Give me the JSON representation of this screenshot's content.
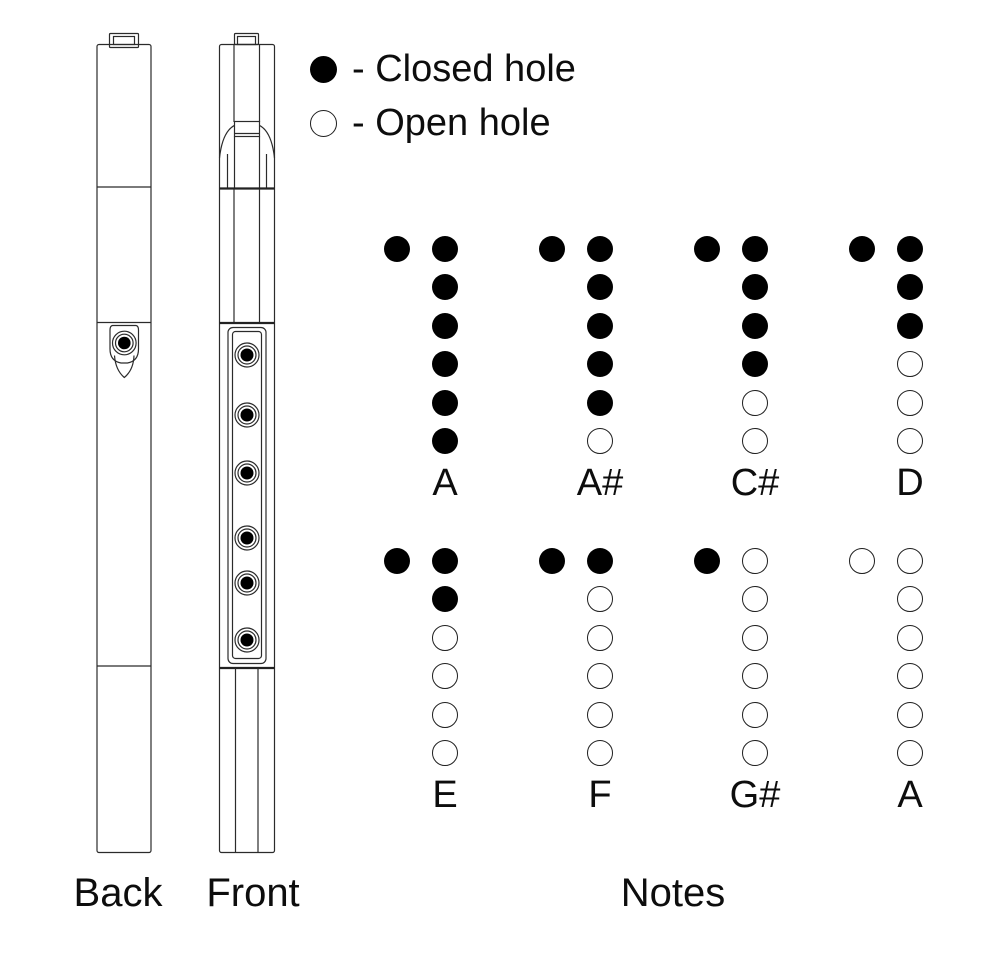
{
  "legend": {
    "closed": {
      "symbol": "closed-dot",
      "label": "- Closed hole"
    },
    "open": {
      "symbol": "open-dot",
      "label": "- Open hole"
    }
  },
  "captions": {
    "back": "Back",
    "front": "Front",
    "notes": "Notes"
  },
  "colors": {
    "ink": "#2b2b2b",
    "closed_fill": "#000000",
    "open_fill": "#ffffff"
  },
  "chart_data": {
    "type": "fingering-chart",
    "subject": "six-hole whistle fingerings, back thumb hole plus six front holes",
    "hole_count": 6,
    "legend": {
      "closed": "Closed hole",
      "open": "Open hole"
    },
    "grid": {
      "rows": 2,
      "cols": 4
    },
    "notes": [
      {
        "label": "A",
        "thumb": "closed",
        "holes": [
          "closed",
          "closed",
          "closed",
          "closed",
          "closed",
          "closed"
        ]
      },
      {
        "label": "A#",
        "thumb": "closed",
        "holes": [
          "closed",
          "closed",
          "closed",
          "closed",
          "closed",
          "open"
        ]
      },
      {
        "label": "C#",
        "thumb": "closed",
        "holes": [
          "closed",
          "closed",
          "closed",
          "closed",
          "open",
          "open"
        ]
      },
      {
        "label": "D",
        "thumb": "closed",
        "holes": [
          "closed",
          "closed",
          "closed",
          "open",
          "open",
          "open"
        ]
      },
      {
        "label": "E",
        "thumb": "closed",
        "holes": [
          "closed",
          "closed",
          "open",
          "open",
          "open",
          "open"
        ]
      },
      {
        "label": "F",
        "thumb": "closed",
        "holes": [
          "closed",
          "open",
          "open",
          "open",
          "open",
          "open"
        ]
      },
      {
        "label": "G#",
        "thumb": "closed",
        "holes": [
          "open",
          "open",
          "open",
          "open",
          "open",
          "open"
        ]
      },
      {
        "label": "A",
        "thumb": "open",
        "holes": [
          "open",
          "open",
          "open",
          "open",
          "open",
          "open"
        ]
      }
    ]
  }
}
